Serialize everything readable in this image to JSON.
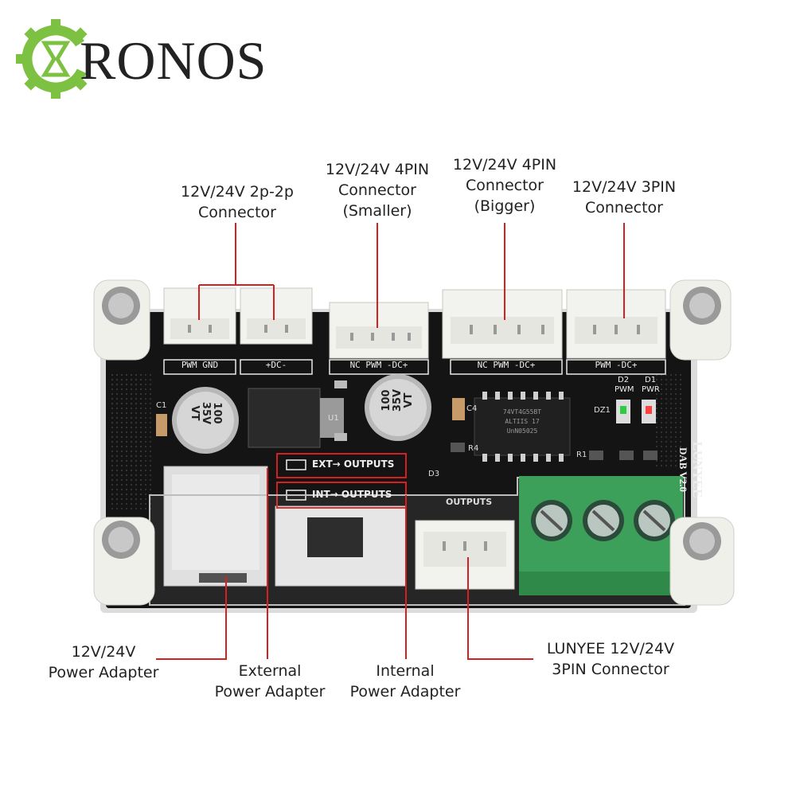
{
  "logo": {
    "text": "RONOS",
    "mark": "C",
    "icon": "gear-hourglass-icon",
    "colors": {
      "gear": "#7dc142",
      "text": "#222222"
    }
  },
  "board": {
    "label_lines": [
      "LUNYEE",
      "DAB V2.0"
    ],
    "silkscreen": {
      "connector_1": "PWM GND",
      "connector_2": "+DC-",
      "connector_3": "NC PWM -DC+",
      "connector_4": "NC PWM -DC+",
      "connector_5": "PWM -DC+",
      "switch_ext": "EXT→ OUTPUTS",
      "switch_int": "INT→ OUTPUTS",
      "outputs": "OUTPUTS",
      "d2": "D2",
      "d1": "D1",
      "pwm": "PWM",
      "pwr": "PWR",
      "u1": "U1",
      "c1": "C1",
      "d3": "D3",
      "dz1": "DZ1",
      "c4": "C4",
      "r4": "R4",
      "r1": "R1"
    },
    "capacitor_label": [
      "100",
      "35V",
      "VT"
    ],
    "chip_label": [
      "74VT4G55BT",
      "ALTIIS 17",
      "UnN05025"
    ],
    "colors": {
      "pcb": "#141414",
      "terminal": "#3da05a",
      "connector": "#f2f2ee",
      "callout_line": "#d42020"
    }
  },
  "callouts": {
    "top": [
      {
        "lines": [
          "12V/24V 2p-2p",
          "Connector"
        ]
      },
      {
        "lines": [
          "12V/24V 4PIN",
          "Connector",
          "(Smaller)"
        ]
      },
      {
        "lines": [
          "12V/24V 4PIN",
          "Connector",
          "(Bigger)"
        ]
      },
      {
        "lines": [
          "12V/24V 3PIN",
          "Connector"
        ]
      }
    ],
    "bottom": [
      {
        "lines": [
          "12V/24V",
          "Power Adapter"
        ]
      },
      {
        "lines": [
          "External",
          "Power Adapter"
        ]
      },
      {
        "lines": [
          "Internal",
          "Power Adapter"
        ]
      },
      {
        "lines": [
          "LUNYEE 12V/24V",
          "3PIN Connector"
        ]
      }
    ]
  }
}
